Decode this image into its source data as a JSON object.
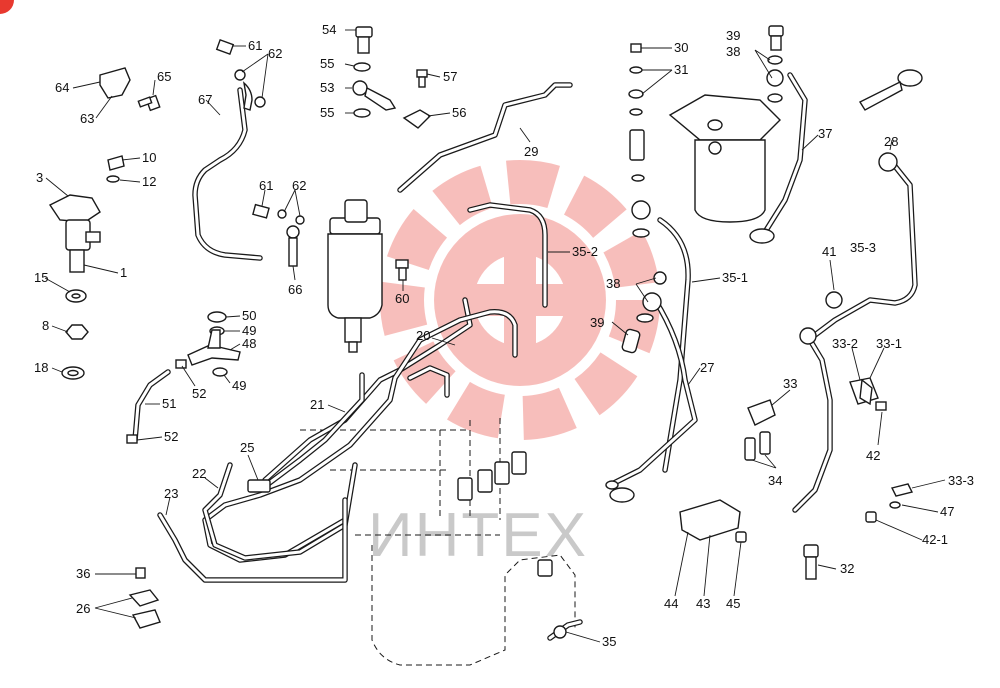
{
  "watermark": {
    "text": "ИНТЕХ",
    "color": "#e8392f"
  },
  "corner_badge": {
    "color": "#e8392f"
  },
  "callouts": [
    {
      "id": "c54",
      "text": "54"
    },
    {
      "id": "c55a",
      "text": "55"
    },
    {
      "id": "c53",
      "text": "53"
    },
    {
      "id": "c55b",
      "text": "55"
    },
    {
      "id": "c57",
      "text": "57"
    },
    {
      "id": "c56",
      "text": "56"
    },
    {
      "id": "c61a",
      "text": "61"
    },
    {
      "id": "c62a",
      "text": "62"
    },
    {
      "id": "c64",
      "text": "64"
    },
    {
      "id": "c65",
      "text": "65"
    },
    {
      "id": "c63",
      "text": "63"
    },
    {
      "id": "c67",
      "text": "67"
    },
    {
      "id": "c10",
      "text": "10"
    },
    {
      "id": "c12",
      "text": "12"
    },
    {
      "id": "c3",
      "text": "3"
    },
    {
      "id": "c1",
      "text": "1"
    },
    {
      "id": "c15",
      "text": "15"
    },
    {
      "id": "c8",
      "text": "8"
    },
    {
      "id": "c18",
      "text": "18"
    },
    {
      "id": "c61b",
      "text": "61"
    },
    {
      "id": "c62b",
      "text": "62"
    },
    {
      "id": "c66",
      "text": "66"
    },
    {
      "id": "c60",
      "text": "60"
    },
    {
      "id": "c50",
      "text": "50"
    },
    {
      "id": "c49a",
      "text": "49"
    },
    {
      "id": "c48",
      "text": "48"
    },
    {
      "id": "c52a",
      "text": "52"
    },
    {
      "id": "c49b",
      "text": "49"
    },
    {
      "id": "c51",
      "text": "51"
    },
    {
      "id": "c52b",
      "text": "52"
    },
    {
      "id": "c20",
      "text": "20"
    },
    {
      "id": "c21",
      "text": "21"
    },
    {
      "id": "c25",
      "text": "25"
    },
    {
      "id": "c22",
      "text": "22"
    },
    {
      "id": "c23",
      "text": "23"
    },
    {
      "id": "c36",
      "text": "36"
    },
    {
      "id": "c26",
      "text": "26"
    },
    {
      "id": "c35",
      "text": "35"
    },
    {
      "id": "c30",
      "text": "30"
    },
    {
      "id": "c31",
      "text": "31"
    },
    {
      "id": "c29",
      "text": "29"
    },
    {
      "id": "c352",
      "text": "35-2"
    },
    {
      "id": "c38a",
      "text": "38"
    },
    {
      "id": "c39a",
      "text": "39"
    },
    {
      "id": "c351",
      "text": "35-1"
    },
    {
      "id": "c27",
      "text": "27"
    },
    {
      "id": "c39b",
      "text": "39"
    },
    {
      "id": "c38b",
      "text": "38"
    },
    {
      "id": "c37",
      "text": "37"
    },
    {
      "id": "c28",
      "text": "28"
    },
    {
      "id": "c41",
      "text": "41"
    },
    {
      "id": "c353",
      "text": "35-3"
    },
    {
      "id": "c332",
      "text": "33-2"
    },
    {
      "id": "c331",
      "text": "33-1"
    },
    {
      "id": "c33",
      "text": "33"
    },
    {
      "id": "c34",
      "text": "34"
    },
    {
      "id": "c42",
      "text": "42"
    },
    {
      "id": "c333",
      "text": "33-3"
    },
    {
      "id": "c47",
      "text": "47"
    },
    {
      "id": "c421",
      "text": "42-1"
    },
    {
      "id": "c32",
      "text": "32"
    },
    {
      "id": "c44",
      "text": "44"
    },
    {
      "id": "c43",
      "text": "43"
    },
    {
      "id": "c45",
      "text": "45"
    }
  ]
}
